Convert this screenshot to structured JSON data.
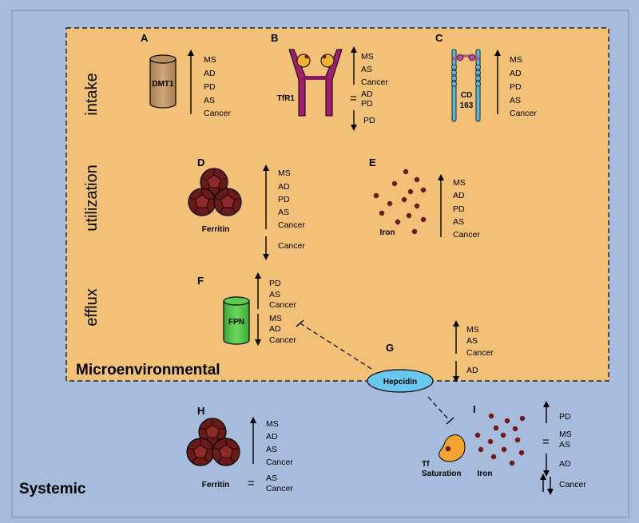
{
  "colors": {
    "systemic_bg": "#a7bcdc",
    "micro_bg": "#f2c077",
    "dmt1": "#c49a6c",
    "tfr1": "#a0206f",
    "iron_head": "#f0b030",
    "cd163": "#5fb4d6",
    "hb": "#b05090",
    "ferritin": "#6b1a1a",
    "iron_dot": "#6b1a1a",
    "fpn": "#4fc244",
    "hepcidin": "#69c7f0",
    "tf": "#f3a431"
  },
  "regions": {
    "micro": "Microenvironmental",
    "systemic": "Systemic"
  },
  "rows": {
    "intake": "intake",
    "utilization": "utilization",
    "efflux": "efflux"
  },
  "panels": {
    "A": {
      "letter": "A",
      "name": "DMT1",
      "up": [
        "MS",
        "AD",
        "PD",
        "AS",
        "Cancer"
      ]
    },
    "B": {
      "letter": "B",
      "name": "TfR1",
      "up": [
        "MS",
        "AS",
        "Cancer"
      ],
      "eq_symbol": "=",
      "eq": [
        "AD",
        "PD"
      ],
      "down": [
        "PD"
      ]
    },
    "C": {
      "letter": "C",
      "name": [
        "CD",
        "163"
      ],
      "up": [
        "MS",
        "AD",
        "PD",
        "AS",
        "Cancer"
      ]
    },
    "D": {
      "letter": "D",
      "name": "Ferritin",
      "up": [
        "MS",
        "AD",
        "PD",
        "AS",
        "Cancer"
      ],
      "down": [
        "Cancer"
      ]
    },
    "E": {
      "letter": "E",
      "name": "Iron",
      "up": [
        "MS",
        "AD",
        "PD",
        "AS",
        "Cancer"
      ]
    },
    "F": {
      "letter": "F",
      "name": "FPN",
      "up": [
        "PD",
        "AS",
        "Cancer"
      ],
      "down": [
        "MS",
        "AD",
        "Cancer"
      ]
    },
    "G": {
      "letter": "G",
      "name": "Hepcidin",
      "up": [
        "MS",
        "AS",
        "Cancer"
      ],
      "down": [
        "AD"
      ]
    },
    "H": {
      "letter": "H",
      "name": "Ferritin",
      "up": [
        "MS",
        "AD",
        "AS",
        "Cancer"
      ],
      "eq_symbol": "=",
      "eq": [
        "AS",
        "Cancer"
      ]
    },
    "I": {
      "letter": "I",
      "tf_name": [
        "Tf",
        "Saturation"
      ],
      "iron_name": "Iron",
      "up": [
        "PD"
      ],
      "eq_symbol": "=",
      "eq": [
        "MS",
        "AS"
      ],
      "down": [
        "AD"
      ],
      "updown": [
        "Cancer"
      ]
    }
  }
}
